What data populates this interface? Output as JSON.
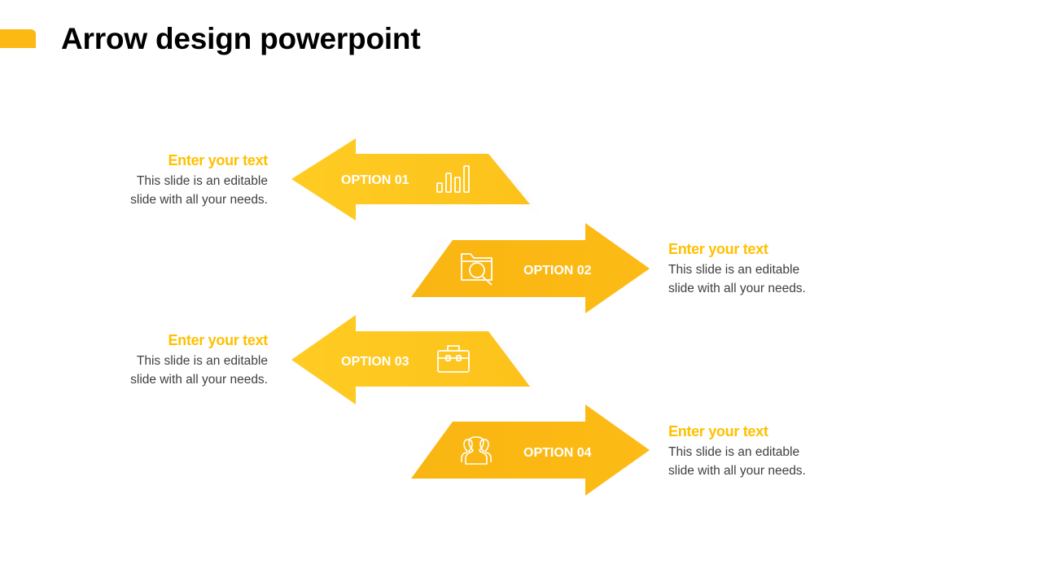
{
  "title": "Arrow design powerpoint",
  "colors": {
    "accent": "#FCB813",
    "arrow_light": "#FFCB22",
    "arrow_dark": "#F9B511",
    "heading": "#FFC000",
    "body_text": "#404040"
  },
  "items": [
    {
      "option": "OPTION 01",
      "icon": "bar-chart-icon",
      "direction": "left",
      "heading": "Enter your text",
      "body_line1": "This slide is an editable",
      "body_line2": "slide with all your needs."
    },
    {
      "option": "OPTION 02",
      "icon": "folder-search-icon",
      "direction": "right",
      "heading": "Enter your text",
      "body_line1": "This slide is an editable",
      "body_line2": "slide with all your needs."
    },
    {
      "option": "OPTION 03",
      "icon": "briefcase-icon",
      "direction": "left",
      "heading": "Enter your text",
      "body_line1": "This slide is an editable",
      "body_line2": "slide with all your needs."
    },
    {
      "option": "OPTION 04",
      "icon": "users-icon",
      "direction": "right",
      "heading": "Enter your text",
      "body_line1": "This slide is an editable",
      "body_line2": "slide with all your needs."
    }
  ]
}
